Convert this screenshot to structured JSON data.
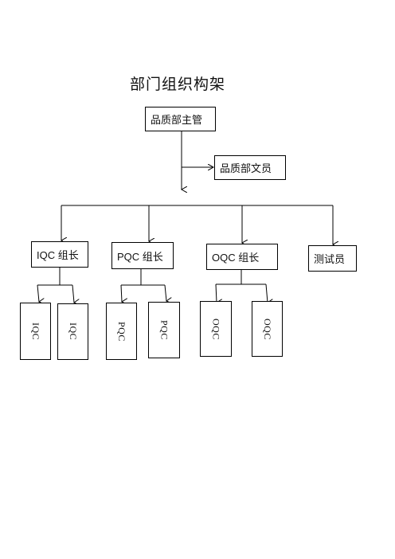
{
  "title": "部门组织构架",
  "nodes": {
    "manager": "品质部主管",
    "clerk": "品质部文员",
    "iqc_leader": "IQC 组长",
    "pqc_leader": "PQC 组长",
    "oqc_leader": "OQC 组长",
    "tester": "测试员"
  },
  "staff": {
    "iqc": [
      "IQC",
      "IQC"
    ],
    "pqc": [
      "PQC",
      "PQC"
    ],
    "oqc": [
      "OQC",
      "OQC"
    ]
  }
}
